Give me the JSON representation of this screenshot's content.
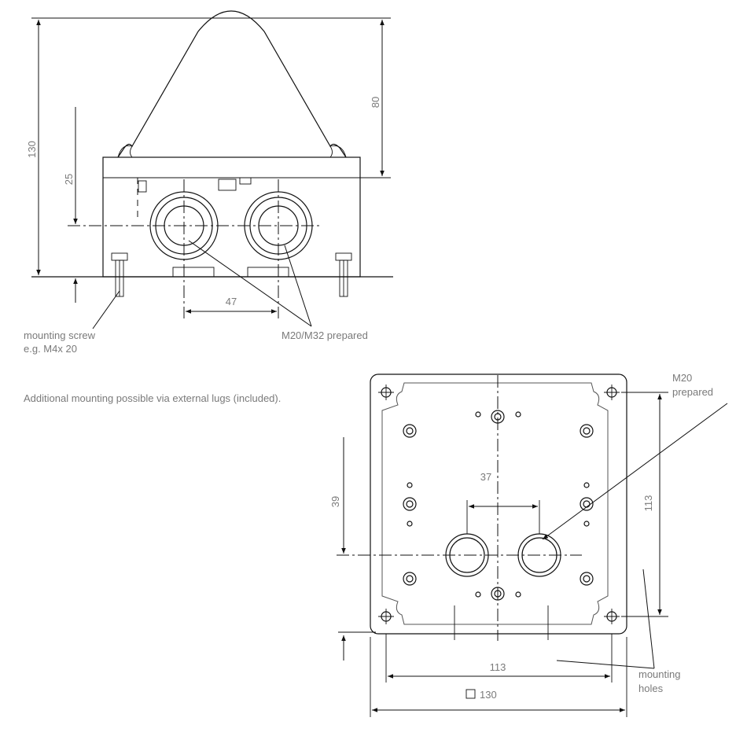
{
  "top_view": {
    "dim_total_height": "130",
    "dim_dome_height": "80",
    "dim_axis_height": "25",
    "dim_gland_spacing": "47",
    "label_screw_line1": "mounting screw",
    "label_screw_line2": "e.g. M4x 20",
    "label_glands": "M20/M32 prepared"
  },
  "note_external_lugs": "Additional mounting possible via external lugs (included).",
  "bottom_view": {
    "label_m20_line1": "M20",
    "label_m20_line2": "prepared",
    "dim_gland_spacing": "37",
    "dim_axis_offset": "39",
    "dim_hole_vertical": "113",
    "dim_hole_horizontal": "113",
    "dim_outer_size": "130",
    "square_symbol": "□",
    "label_holes_line1": "mounting",
    "label_holes_line2": "holes"
  }
}
